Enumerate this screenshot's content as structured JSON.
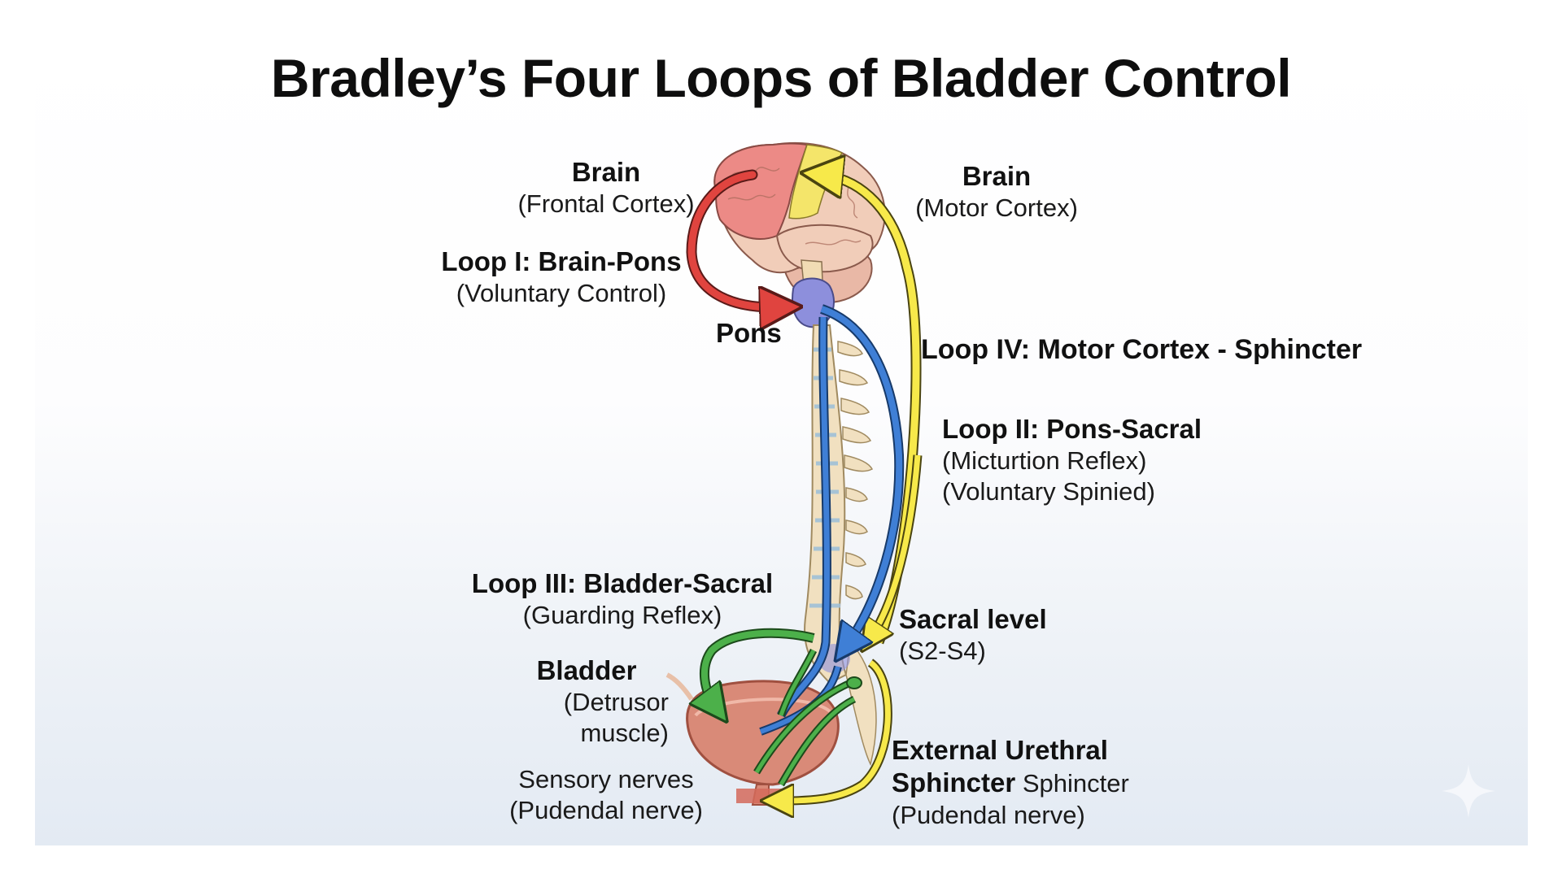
{
  "title": "Bradley’s Four Loops of Bladder Control",
  "labels": {
    "brain_frontal": {
      "heading": "Brain",
      "sub": "(Frontal Cortex)"
    },
    "brain_motor": {
      "heading": "Brain",
      "sub": "(Motor Cortex)"
    },
    "loop1": {
      "heading": "Loop I: Brain-Pons",
      "sub": "(Voluntary Control)"
    },
    "pons": {
      "heading": "Pons"
    },
    "loop4": {
      "heading": "Loop IV: Motor Cortex - Sphincter"
    },
    "loop2": {
      "heading": "Loop II: Pons-Sacral",
      "sub1": "(Micturtion Reflex)",
      "sub2": "(Voluntary Spinied)"
    },
    "loop3": {
      "heading": "Loop III: Bladder-Sacral",
      "sub": "(Guarding Reflex)"
    },
    "sacral": {
      "heading": "Sacral level",
      "sub": "(S2-S4)"
    },
    "bladder": {
      "heading": "Bladder",
      "sub1": "(Detrusor",
      "sub2": "muscle)"
    },
    "sensory": {
      "line1": "Sensory nerves",
      "line2": "(Pudendal nerve)"
    },
    "sphincter": {
      "heading1": "External Urethral",
      "heading2": "Sphincter",
      "heading2_suffix": " Sphincter",
      "sub": "(Pudendal nerve)"
    }
  },
  "colors": {
    "loop1_red": "#e0443f",
    "loop2_blue": "#3f7fd6",
    "loop3_green": "#4cb04a",
    "loop4_yellow": "#f7e94a",
    "frontal_cortex": "#ec8a86",
    "motor_cortex": "#f4e56a",
    "brain_tissue": "#f1cdb9",
    "pons": "#8d8fdc",
    "spine": "#f1e0c0",
    "bladder": "#d98a78"
  },
  "icons": {
    "watermark": "sparkle-icon"
  }
}
